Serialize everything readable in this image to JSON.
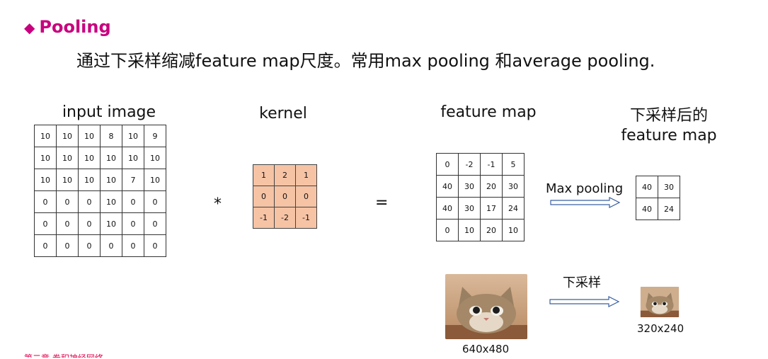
{
  "heading": {
    "bullet": "◆",
    "title": "Pooling"
  },
  "subtitle": "通过下采样缩减feature map尺度。常用max pooling 和average pooling.",
  "labels": {
    "input_image": "input image",
    "kernel": "kernel",
    "feature_map": "feature map",
    "downsampled_line1": "下采样后的",
    "downsampled_line2": "feature map",
    "max_pooling": "Max pooling",
    "downsample": "下采样",
    "big_image_caption": "640x480",
    "small_image_caption": "320x240"
  },
  "operators": {
    "convolve": "*",
    "equals": "="
  },
  "input_matrix": [
    [
      "10",
      "10",
      "10",
      "8",
      "10",
      "9"
    ],
    [
      "10",
      "10",
      "10",
      "10",
      "10",
      "10"
    ],
    [
      "10",
      "10",
      "10",
      "10",
      "7",
      "10"
    ],
    [
      "0",
      "0",
      "0",
      "10",
      "0",
      "0"
    ],
    [
      "0",
      "0",
      "0",
      "10",
      "0",
      "0"
    ],
    [
      "0",
      "0",
      "0",
      "0",
      "0",
      "0"
    ]
  ],
  "kernel_matrix": [
    [
      "1",
      "2",
      "1"
    ],
    [
      "0",
      "0",
      "0"
    ],
    [
      "-1",
      "-2",
      "-1"
    ]
  ],
  "feature_matrix": [
    [
      "0",
      "-2",
      "-1",
      "5"
    ],
    [
      "40",
      "30",
      "20",
      "30"
    ],
    [
      "40",
      "30",
      "17",
      "24"
    ],
    [
      "0",
      "10",
      "20",
      "10"
    ]
  ],
  "pooled_matrix": [
    [
      "40",
      "30"
    ],
    [
      "40",
      "24"
    ]
  ],
  "colors": {
    "heading": "#c8007e",
    "kernel_fill": "#f6c3a5",
    "arrow": "#3a5fa0"
  },
  "icons": {
    "cat_photo_large": "cat-photo",
    "cat_photo_small": "cat-photo"
  },
  "note": "第二章 卷积神经网络"
}
